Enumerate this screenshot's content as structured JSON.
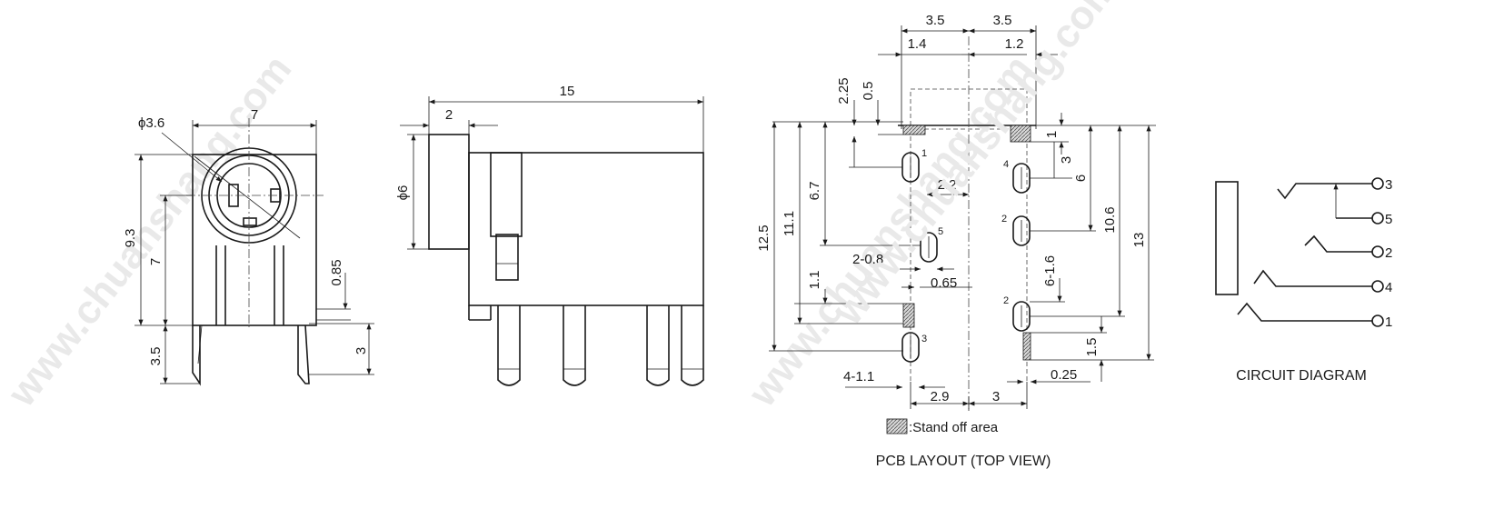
{
  "watermarks": [
    "www.chuanshang.com",
    "www.chuanshang.com",
    "www.chuanshang.com"
  ],
  "front_view": {
    "dims": {
      "phi36": "ϕ3.6",
      "w7": "7",
      "h93": "9.3",
      "h7": "7",
      "h35": "3.5",
      "d085": "0.85",
      "d3": "3"
    }
  },
  "side_view": {
    "dims": {
      "l15": "15",
      "l2": "2",
      "phi6": "ϕ6"
    }
  },
  "pcb_layout": {
    "title": "PCB LAYOUT (TOP VIEW)",
    "legend": ":Stand off area",
    "dims": {
      "t35a": "3.5",
      "t35b": "3.5",
      "t14": "1.4",
      "t12": "1.2",
      "v225": "2.25",
      "v05": "0.5",
      "v1": "1",
      "v3": "3",
      "v6": "6",
      "v67": "6.7",
      "v111": "11.1",
      "v125": "12.5",
      "v11": "1.1",
      "v106": "10.6",
      "v13": "13",
      "v61": "6-1.6",
      "v15": "1.5",
      "h22": "2.2",
      "h208": "2-0.8",
      "h065": "0.65",
      "h411": "4-1.1",
      "h29": "2.9",
      "h3": "3",
      "h025": "0.25"
    },
    "pins": {
      "p1": "1",
      "p4": "4",
      "p5": "5",
      "p2a": "2",
      "p2b": "2",
      "p3": "3"
    }
  },
  "circuit": {
    "title": "CIRCUIT DIAGRAM",
    "pins": [
      "3",
      "5",
      "2",
      "4",
      "1"
    ]
  }
}
